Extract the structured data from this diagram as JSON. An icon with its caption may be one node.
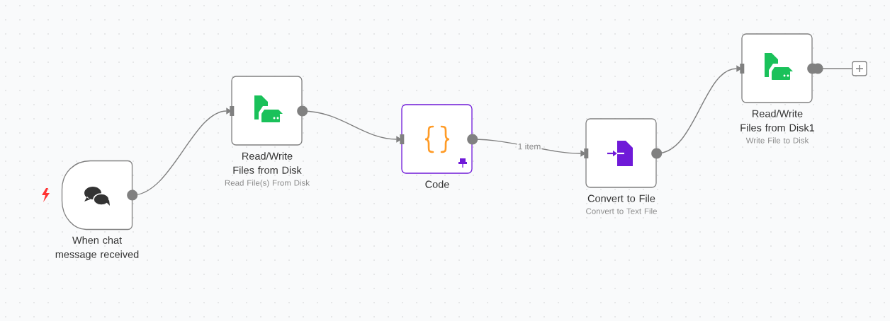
{
  "diagram": {
    "nodes": [
      {
        "text": [
          "When chat message received"
        ]
      },
      {
        "text": [
          "Read/Write Files from Disk",
          "Read File(s) From Disk"
        ]
      },
      {
        "text": [
          "Code"
        ]
      },
      {
        "text": [
          "Convert to File",
          "Convert to Text File"
        ]
      },
      {
        "text": [
          "Read/Write Files from Disk1",
          "Write File to Disk"
        ]
      },
      {
        "text": [],
        "shape": "box"
      }
    ],
    "edges": [
      {
        "from": 0,
        "to": 1,
        "arrow": "to"
      },
      {
        "from": 1,
        "to": 2,
        "arrow": "to"
      },
      {
        "from": 2,
        "to": 3,
        "arrow": "to",
        "label": "1 item"
      },
      {
        "from": 3,
        "to": 4,
        "arrow": "to"
      },
      {
        "from": 4,
        "to": 5,
        "arrow": "other"
      }
    ]
  }
}
